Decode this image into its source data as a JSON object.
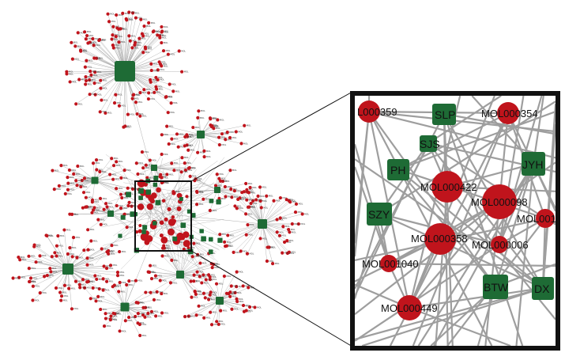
{
  "colors": {
    "compound_node": "#c0141c",
    "herb_node": "#1e6b35",
    "edge": "#9a9a9a",
    "edge_zoom": "#9e9e9e",
    "frame": "#111111"
  },
  "zoom_panel": {
    "compound_labels": {
      "mol359": "L000359",
      "mol354": "MOL000354",
      "mol422": "MOL000422",
      "mol098": "MOL000098",
      "mol_right": "MOL001",
      "mol358": "MOL000358",
      "mol006": "MOL000006",
      "mol1040": "MOL001040",
      "mol449": "MOL000449"
    },
    "herb_labels": {
      "slp": "SLP",
      "sjs": "SJS",
      "ph": "PH",
      "jyh": "JYH",
      "szy": "SZY",
      "btw": "BTW",
      "dx": "DX"
    }
  }
}
